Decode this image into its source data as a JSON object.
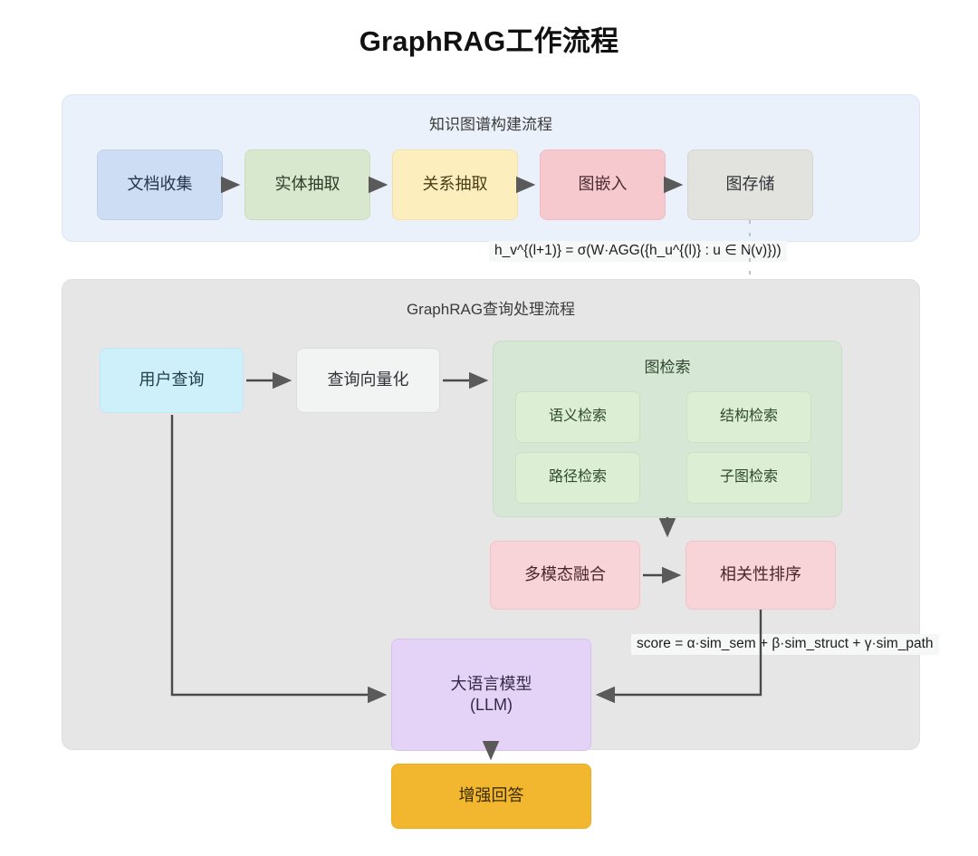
{
  "title": "GraphRAG工作流程",
  "kg_pipeline": {
    "heading": "知识图谱构建流程",
    "nodes": [
      {
        "label": "文档收集",
        "color": "#ccddf4"
      },
      {
        "label": "实体抽取",
        "color": "#d8e8ce"
      },
      {
        "label": "关系抽取",
        "color": "#fdeebd"
      },
      {
        "label": "图嵌入",
        "color": "#f6c9cf"
      },
      {
        "label": "图存储",
        "color": "#e2e2df"
      }
    ]
  },
  "gnn_formula": "h_v^{(l+1)} = σ(W·AGG({h_u^{(l)} : u ∈ N(v)}))",
  "query_pipeline": {
    "heading": "GraphRAG查询处理流程",
    "user_query": {
      "label": "用户查询",
      "color": "#cdf0fb"
    },
    "query_vectorize": {
      "label": "查询向量化",
      "color": "#f2f3f3"
    },
    "graph_retrieval": {
      "title": "图检索",
      "color": "#d7e7d6",
      "items": [
        {
          "label": "语义检索"
        },
        {
          "label": "结构检索"
        },
        {
          "label": "路径检索"
        },
        {
          "label": "子图检索"
        }
      ]
    },
    "fusion": {
      "label": "多模态融合",
      "color": "#f8d3d7"
    },
    "ranking": {
      "label": "相关性排序",
      "color": "#f8d3d7"
    },
    "score_formula": "score = α·sim_sem + β·sim_struct + γ·sim_path",
    "llm": {
      "label_line1": "大语言模型",
      "label_line2": "(LLM)",
      "color": "#e4d2f7"
    }
  },
  "output": {
    "label": "增强回答",
    "color": "#f2b72e"
  },
  "colors": {
    "kg_panel_bg": "#eaf1fb",
    "query_panel_bg": "#e6e6e6",
    "arrow": "#4a4a4a",
    "title_text": "#111111"
  }
}
